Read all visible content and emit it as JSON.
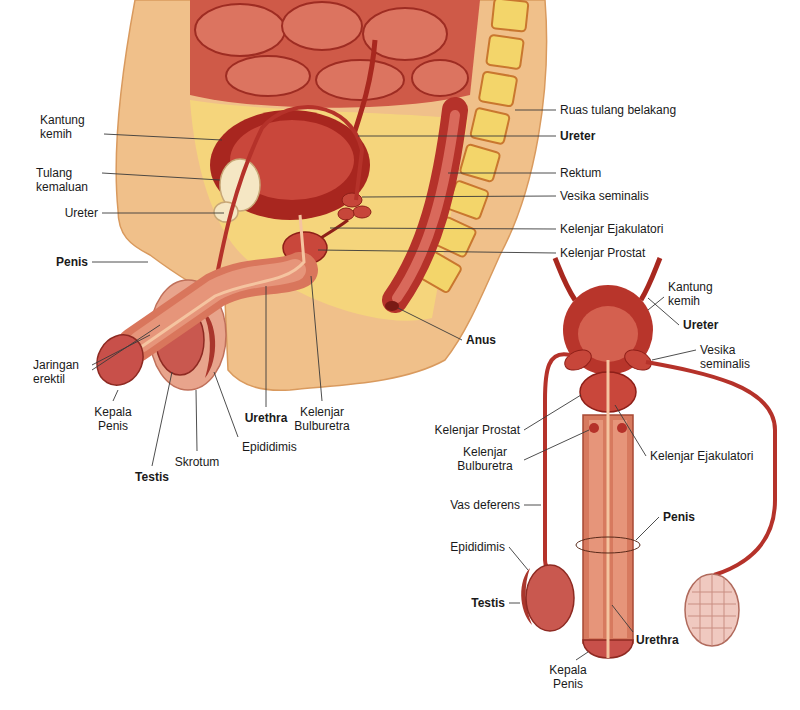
{
  "diagram": {
    "labels": [
      "Kantung kemih",
      "Tulang kemaluan",
      "Ureter",
      "Penis",
      "Jaringan erektil",
      "Kepala Penis",
      "Testis",
      "Skrotum",
      "Epididimis",
      "Urethra",
      "Kelenjar Bulburetra",
      "Anus",
      "Ruas tulang belakang",
      "Ureter",
      "Rektum",
      "Vesika seminalis",
      "Kelenjar Ejakulatori",
      "Kelenjar Prostat",
      "Kantung kemih",
      "Ureter",
      "Vesika seminalis",
      "Kelenjar Prostat",
      "Kelenjar Ejakulatori",
      "Kelenjar Bulburetra",
      "Vas deferens",
      "Penis",
      "Epididimis",
      "Testis",
      "Urethra",
      "Kepala Penis"
    ]
  }
}
